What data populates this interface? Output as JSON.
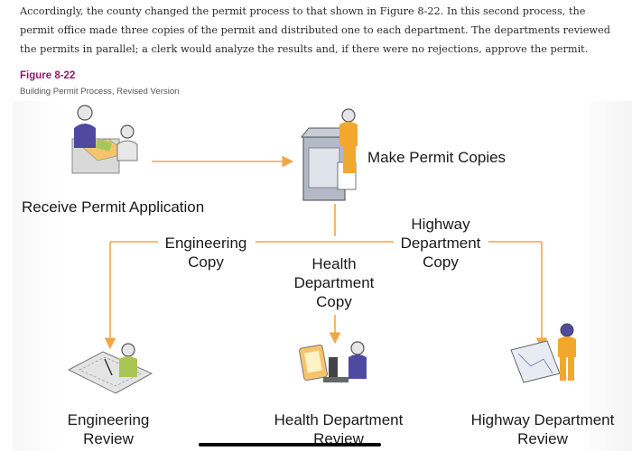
{
  "paragraph": "Accordingly, the county changed the permit process to that shown in Figure 8-22. In this second process, the permit office made three copies of the permit and distributed one to each department. The departments reviewed the permits in parallel; a clerk would analyze the results and, if there were no rejections, approve the permit.",
  "figure": {
    "number": "Figure 8-22",
    "caption": "Building Permit Process, Revised Version",
    "labels": {
      "receive": "Receive Permit Application",
      "make_copies": "Make Permit Copies",
      "engineering_copy_1": "Engineering",
      "engineering_copy_2": "Copy",
      "health_copy_1": "Health",
      "health_copy_2": "Department",
      "health_copy_3": "Copy",
      "highway_copy_1": "Highway",
      "highway_copy_2": "Department",
      "highway_copy_3": "Copy",
      "engineering_review_1": "Engineering",
      "engineering_review_2": "Review",
      "health_review_1": "Health Department",
      "health_review_2": "Review",
      "highway_review_1": "Highway Department",
      "highway_review_2": "Review"
    },
    "arrow_color": "#f0a646"
  }
}
